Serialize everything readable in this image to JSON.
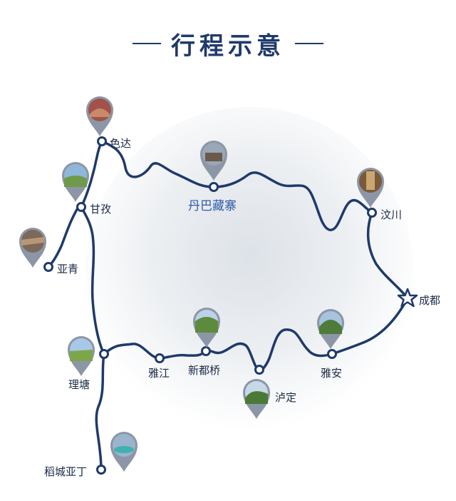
{
  "title": "行程示意",
  "colors": {
    "route": "#1f3a6b",
    "accent_label": "#2f5aa8",
    "text": "#1b2a44"
  },
  "places": {
    "seda": "色达",
    "danba": "丹巴藏寨",
    "ganzi": "甘孜",
    "yaqing": "亚青",
    "wenchuan": "汶川",
    "chengdu": "成都",
    "litang": "理塘",
    "yajiang": "雅江",
    "xinduqiao": "新都桥",
    "luding": "泸定",
    "yaan": "雅安",
    "daocheng": "稻城亚丁"
  },
  "icons": {
    "start": "star-icon",
    "stop": "circle-marker-icon",
    "photo": "map-pin-photo-icon"
  }
}
